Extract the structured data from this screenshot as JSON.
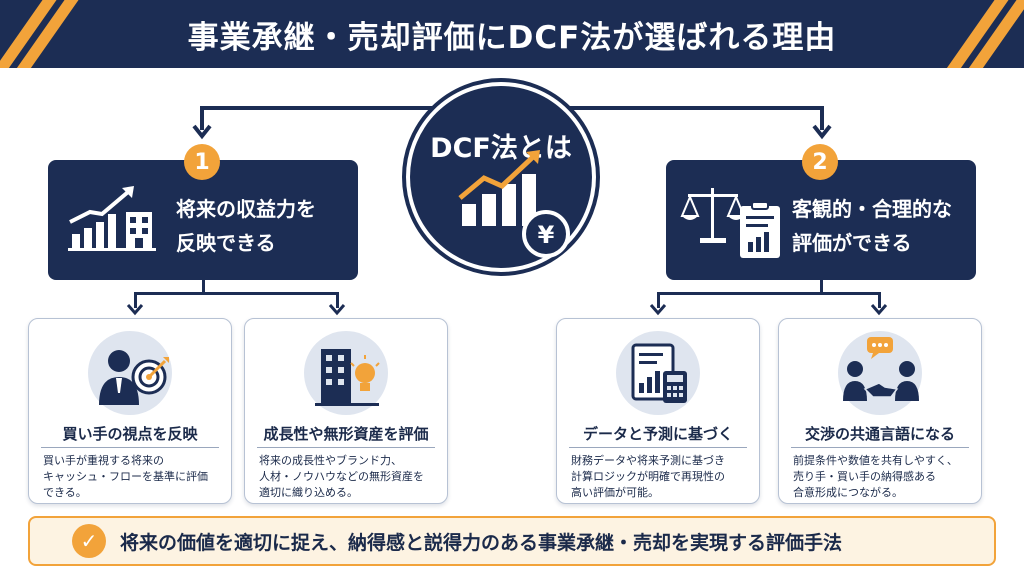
{
  "header": {
    "title": "事業承継・売却評価にDCF法が選ばれる理由"
  },
  "center": {
    "title": "DCF法とは",
    "icon": "growth-chart-yen-icon"
  },
  "colors": {
    "navy": "#1c2d54",
    "accent": "#f2a33a",
    "card_border": "#b7c2d4",
    "icon_bg": "#dfe5ef"
  },
  "reason1": {
    "number": "1",
    "line1": "将来の収益力を",
    "line2": "反映できる",
    "icon": "growth-bar-chart-building-icon",
    "cards": [
      {
        "icon": "businessman-target-icon",
        "title": "買い手の視点を反映",
        "lines": [
          "買い手が重視する将来の",
          "キャッシュ・フローを基準に評価",
          "できる。"
        ]
      },
      {
        "icon": "building-lightbulb-icon",
        "title": "成長性や無形資産を評価",
        "lines": [
          "将来の成長性やブランド力、",
          "人材・ノウハウなどの無形資産を",
          "適切に織り込める。"
        ]
      }
    ]
  },
  "reason2": {
    "number": "2",
    "line1": "客観的・合理的な",
    "line2": "評価ができる",
    "icon": "scales-clipboard-icon",
    "cards": [
      {
        "icon": "document-calculator-icon",
        "title": "データと予測に基づく",
        "lines": [
          "財務データや将来予測に基づき",
          "計算ロジックが明確で再現性の",
          "高い評価が可能。"
        ]
      },
      {
        "icon": "handshake-speech-icon",
        "title": "交渉の共通言語になる",
        "lines": [
          "前提条件や数値を共有しやすく、",
          "売り手・買い手の納得感ある",
          "合意形成につながる。"
        ]
      }
    ]
  },
  "bottom": {
    "icon": "check-icon",
    "text": "将来の価値を適切に捉え、納得感と説得力のある事業承継・売却を実現する評価手法"
  }
}
